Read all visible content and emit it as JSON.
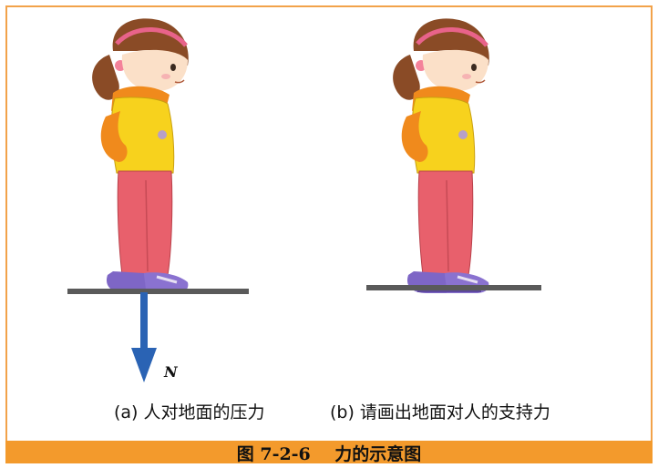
{
  "figure": {
    "force_label": "N",
    "subfigure_a_label": "(a) 人对地面的压力",
    "subfigure_b_label": "(b) 请画出地面对人的支持力",
    "caption": "图 7-2-6    力的示意图"
  },
  "colors": {
    "frame_border": "#f2a24a",
    "caption_band": "#f39a2c",
    "force_arrow": "#2a63b4",
    "ground": "#5a5a5a"
  }
}
